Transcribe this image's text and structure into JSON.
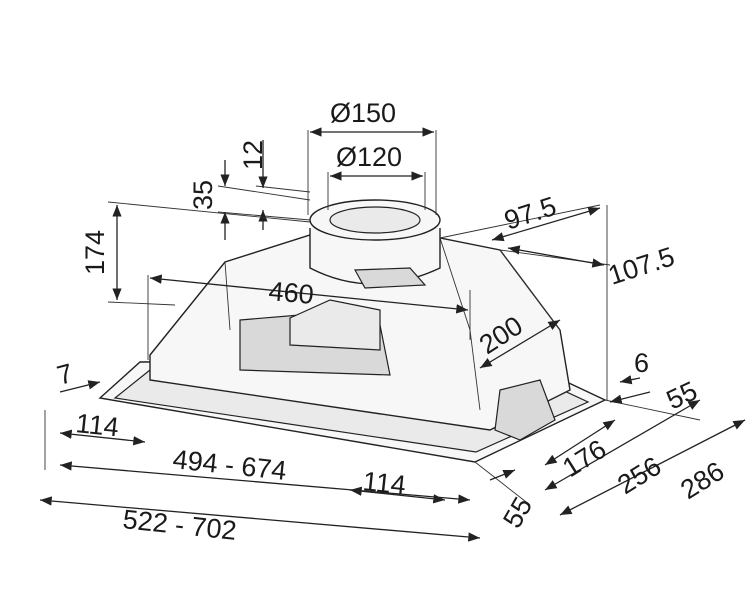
{
  "drawing": {
    "dimensions": {
      "outlet_outer_diameter": "Ø150",
      "outlet_inner_diameter": "Ø120",
      "collar_height": "12",
      "collar_offset": "35",
      "height": "174",
      "depth_top_a": "97.5",
      "depth_top_b": "107.5",
      "hood_width_top": "460",
      "hood_depth": "200",
      "flange_left": "7",
      "flange_right": "6",
      "side_offset_right": "55",
      "left_offset": "114",
      "cutout_width": "494 - 674",
      "right_offset": "114",
      "cutout_depth": "176",
      "inner_depth": "256",
      "overall_depth": "286",
      "front_offset": "55",
      "overall_width": "522 - 702"
    }
  }
}
